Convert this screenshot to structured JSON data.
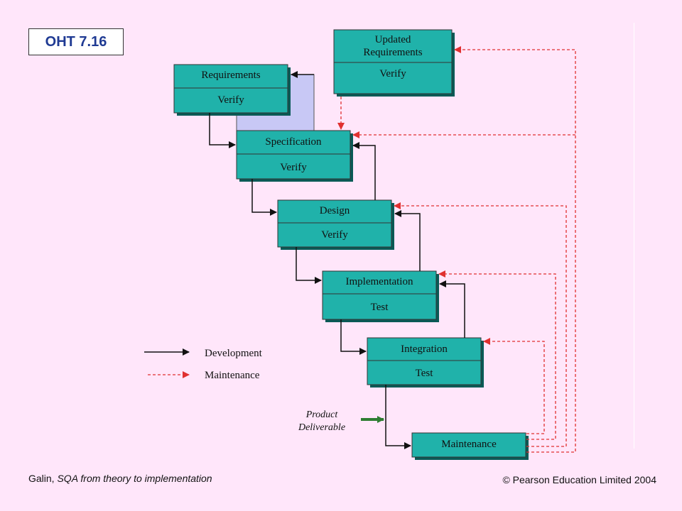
{
  "slide_label": "OHT 7.16",
  "boxes": {
    "updated_requirements": {
      "title_line1": "Updated",
      "title_line2": "Requirements",
      "sub": "Verify"
    },
    "requirements": {
      "title": "Requirements",
      "sub": "Verify"
    },
    "specification": {
      "title": "Specification",
      "sub": "Verify"
    },
    "design": {
      "title": "Design",
      "sub": "Verify"
    },
    "implementation": {
      "title": "Implementation",
      "sub": "Test"
    },
    "integration": {
      "title": "Integration",
      "sub": "Test"
    },
    "maintenance": {
      "title": "Maintenance"
    }
  },
  "legend": {
    "development": "Development",
    "maintenance": "Maintenance"
  },
  "product": {
    "line1": "Product",
    "line2": "Deliverable"
  },
  "footer": {
    "author": "Galin, ",
    "title": "SQA from theory to implementation",
    "copyright": "© Pearson Education Limited 2004"
  },
  "colors": {
    "box_fill": "#20b2aa",
    "development_arrow": "#111111",
    "maintenance_arrow": "#e03030",
    "product_arrow": "#2e7d32",
    "feedback_fill": "#c8c8f5"
  }
}
